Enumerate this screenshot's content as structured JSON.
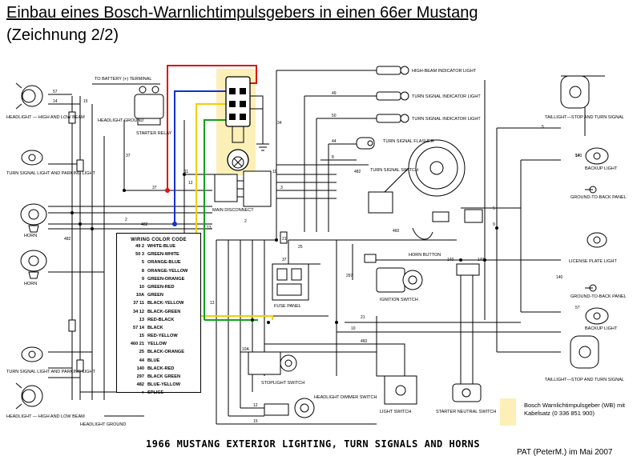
{
  "header": {
    "title": "Einbau eines Bosch-Warnlichtimpulsgebers in einen 66er Mustang",
    "subtitle": "(Zeichnung 2/2)"
  },
  "caption": "1966 MUSTANG EXTERIOR LIGHTING, TURN SIGNALS AND HORNS",
  "author": "PAT (PeterM.) im Mai 2007",
  "legend": {
    "swatch_color": "#fcf0b8",
    "text": "Bosch Warnlichtimpulsgeber (WB) mit Kabelsatz (0 336 851 900)"
  },
  "colors": {
    "red_wire": "#e01010",
    "blue_wire": "#1030d0",
    "yellow_wire": "#f0d000",
    "green_wire": "#10a020",
    "highlight": "#fcf0b8"
  },
  "wiring_code": {
    "title": "WIRING COLOR CODE",
    "rows": [
      {
        "code": "49 2",
        "color": "WHITE-BLUE"
      },
      {
        "code": "50 3",
        "color": "GREEN-WHITE"
      },
      {
        "code": "5",
        "color": "ORANGE-BLUE"
      },
      {
        "code": "8",
        "color": "ORANGE-YELLOW"
      },
      {
        "code": "9",
        "color": "GREEN-ORANGE"
      },
      {
        "code": "10",
        "color": "GREEN-RED"
      },
      {
        "code": "10A",
        "color": "GREEN"
      },
      {
        "code": "37 11",
        "color": "BLACK-YELLOW"
      },
      {
        "code": "34 12",
        "color": "BLACK-GREEN"
      },
      {
        "code": "13",
        "color": "RED-BLACK"
      },
      {
        "code": "57 14",
        "color": "BLACK"
      },
      {
        "code": "15",
        "color": "RED-YELLOW"
      },
      {
        "code": "460 21",
        "color": "YELLOW"
      },
      {
        "code": "25",
        "color": "BLACK-ORANGE"
      },
      {
        "code": "44",
        "color": "BLUE"
      },
      {
        "code": "140",
        "color": "BLACK-RED"
      },
      {
        "code": "297",
        "color": "BLACK GREEN"
      },
      {
        "code": "482",
        "color": "BLUE-YELLOW"
      },
      {
        "code": "●",
        "color": "SPLICE"
      }
    ]
  },
  "labels": {
    "battery": "TO BATTERY (+) TERMINAL",
    "headlight_ground": "HEADLIGHT GROUND",
    "starter_relay": "STARTER RELAY",
    "headlight_top": "HEADLIGHT — HIGH AND LOW BEAM",
    "turn_park_top": "TURN SIGNAL LIGHT AND PARKING LIGHT",
    "horn_1": "HORN",
    "horn_2": "HORN",
    "turn_park_bottom": "TURN SIGNAL LIGHT AND PARKING LIGHT",
    "headlight_bottom": "HEADLIGHT — HIGH AND LOW BEAM",
    "headlight_ground_bottom": "HEADLIGHT GROUND",
    "main_disconnect": "MAIN DISCONNECT",
    "high_beam": "HIGH-BEAM INDICATOR LIGHT",
    "turn_ind_1": "TURN SIGNAL INDICATOR LIGHT",
    "turn_ind_2": "TURN SIGNAL INDICATOR LIGHT",
    "flasher": "TURN SIGNAL FLASHER",
    "turn_switch": "TURN SIGNAL SWITCH",
    "horn_button": "HORN BUTTON",
    "fuse_panel": "FUSE PANEL",
    "ignition_switch": "IGNITION SWITCH",
    "stoplight_switch": "STOPLIGHT SWITCH",
    "light_switch": "LIGHT SWITCH",
    "dimmer_switch": "HEADLIGHT DIMMER SWITCH",
    "starter_neutral": "STARTER NEUTRAL SWITCH",
    "tail_stop_top": "TAILLIGHT—STOP AND TURN SIGNAL",
    "backup_top": "BACKUP LIGHT",
    "ground_back_top": "GROUND-TO-BACK PANEL",
    "license": "LICENSE PLATE LIGHT",
    "ground_back_bottom": "GROUND-TO-BACK PANEL",
    "backup_bottom": "BACKUP LIGHT",
    "tail_stop_bottom": "TAILLIGHT—STOP AND TURN SIGNAL"
  },
  "wire_numbers": {
    "n37a": "37",
    "n37b": "37",
    "n37c": "37",
    "n57a": "57",
    "n57b": "57",
    "n57c": "57",
    "n15": "15",
    "n14": "14",
    "n12": "12",
    "n13a": "13",
    "n13b": "13",
    "n2a": "2",
    "n2b": "2",
    "n482a": "482",
    "n482b": "482",
    "n482c": "482",
    "n11a": "11",
    "n11b": "11",
    "n3": "3",
    "n34": "34",
    "n49": "49",
    "n50": "50",
    "n44": "44",
    "n8": "8",
    "n5a": "5",
    "n5b": "5",
    "n9": "9",
    "n140a": "140",
    "n140b": "140",
    "n140c": "140",
    "n140d": "140",
    "n460a": "460",
    "n460b": "460",
    "n21a": "21",
    "n21b": "21",
    "n25": "25",
    "n297": "297",
    "n10a": "10A",
    "n10": "10",
    "n15b": "15",
    "n12b": "12"
  }
}
